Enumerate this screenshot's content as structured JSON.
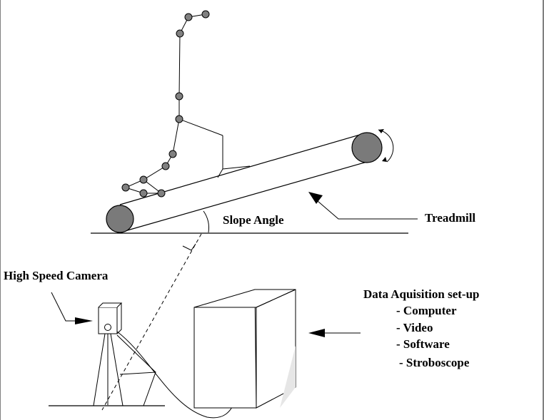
{
  "labels": {
    "slope_angle": "Slope Angle",
    "treadmill": "Treadmill",
    "camera": "High Speed Camera",
    "daq_title": "Data Aquisition set-up",
    "daq_items": [
      "- Computer",
      "- Video",
      "- Software",
      "- Stroboscope"
    ]
  },
  "colors": {
    "line": "#000000",
    "marker_fill": "#808080",
    "roller_fill": "#7a7a7a",
    "box_shade": "#e6e6e6"
  }
}
